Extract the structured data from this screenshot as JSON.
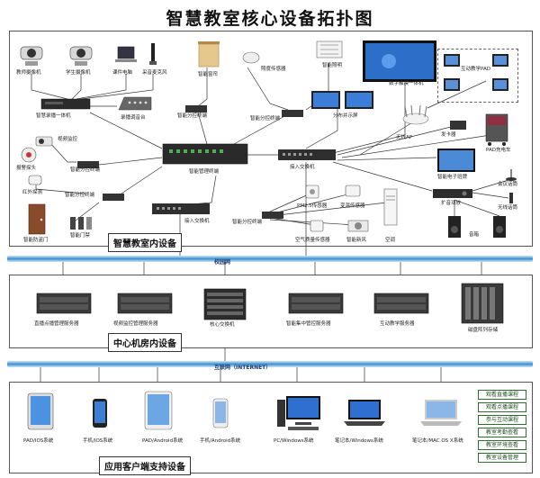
{
  "title": "智慧教室核心设备拓扑图",
  "regions": {
    "classroom": "智慧教室内设备",
    "datacenter": "中心机房内设备",
    "clients": "应用客户端支持设备"
  },
  "networks": {
    "campus": "校园网",
    "internet": "互联网（INTERNET）"
  },
  "classroom_labels": {
    "teacher_camera": "教师摄像机",
    "student_camera": "学生摄像机",
    "laptop": "课件电脑",
    "mic": "采音麦克风",
    "recorder": "智慧录播一体机",
    "console": "录播调音台",
    "video_monitor": "视频监控",
    "alarm": "报警探头",
    "smart_terminal": "智能分控终端",
    "infrared": "红外探测",
    "smart_door": "智能防盗门",
    "door_lock": "智能门禁",
    "curtain": "智能窗帘",
    "light_sensor": "照度传感器",
    "smart_light": "智能照明",
    "ctrl_terminal_1": "智能分控终端",
    "ctrl_terminal_2": "智能分控终端",
    "ctrl_terminal_3": "智能分控终端",
    "ctrl_terminal_4": "智能分控终端",
    "split_screen": "分布并示屏",
    "touch_display": "数字触摸一体机",
    "pad_group": "互动教学PAD",
    "ap": "无线AP",
    "card_reader": "发卡器",
    "pad_cart": "PAD充电车",
    "gateway": "智能管理终端",
    "access_switch_1": "接入交换机",
    "access_switch_2": "接入交换机",
    "smart_screen": "智能电子班牌",
    "amplifier": "扩音功放",
    "meeting_mic": "会议话筒",
    "wireless_mic": "无线话筒",
    "speaker": "音箱",
    "pm25": "PM2.5传感器",
    "temp_sensor": "变温传感器",
    "aircon": "空调",
    "air_sensor": "空气质量传感器",
    "fresh_air": "智能新风"
  },
  "datacenter_labels": {
    "server_1": "直播点播管理服务器",
    "server_2": "视频监控管理服务器",
    "core_switch": "核心交换机",
    "server_3": "智能集中管控服务器",
    "server_4": "互动教学服务器",
    "storage": "磁盘阵列存储"
  },
  "client_labels": {
    "ipad": "PAD/IOS系统",
    "iphone": "手机/IOS系统",
    "android_pad": "PAD/Android系统",
    "android_phone": "手机/Android系统",
    "pc": "PC/Windows系统",
    "laptop_win": "笔记本/Windows系统",
    "laptop_mac": "笔记本/MAC OS X系统"
  },
  "features": [
    "观看直播课程",
    "观看点播课程",
    "参与互动课程",
    "教室考勤查看",
    "教室环境查看",
    "教室设备管理"
  ],
  "colors": {
    "bus": "#3d8fcf",
    "feature_border": "#2f6e2f"
  }
}
